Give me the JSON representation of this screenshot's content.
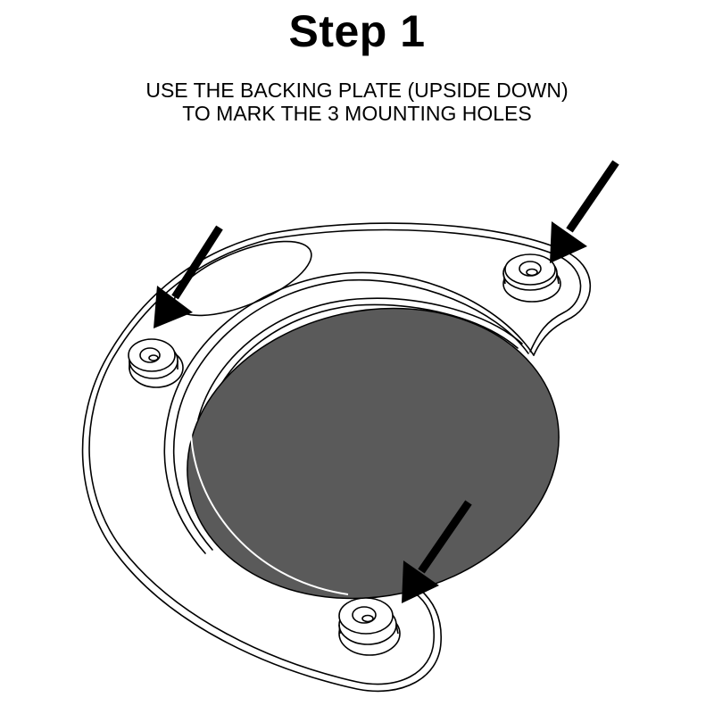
{
  "title": "Step 1",
  "instructions": {
    "line1": "USE THE BACKING PLATE (UPSIDE DOWN)",
    "line2": "TO MARK THE 3 MOUNTING HOLES"
  },
  "illustration": {
    "subject": "backing-plate-upside-down",
    "mounting_holes_count": 3,
    "mounting_holes": [
      "left",
      "top-right",
      "bottom"
    ],
    "arrows": 3,
    "colors": {
      "line": "#000000",
      "center_disc": "#5a5a5a",
      "background": "#ffffff"
    }
  }
}
